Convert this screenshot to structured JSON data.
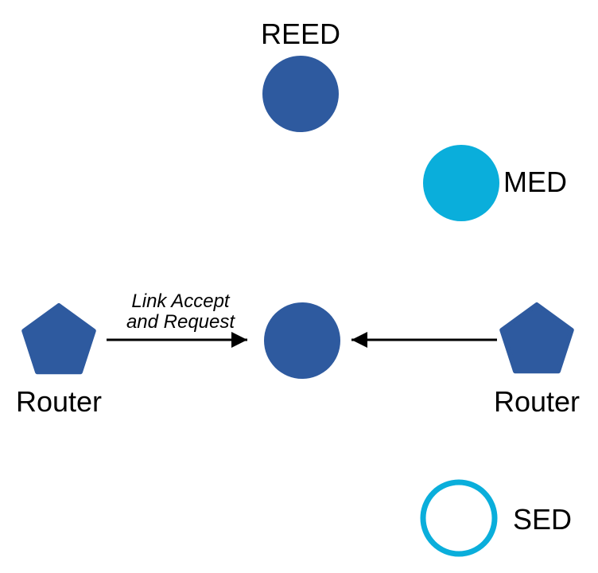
{
  "colors": {
    "node_blue": "#2E5A9F",
    "node_cyan": "#0AAEDB",
    "arrow": "#000000",
    "label_text": "#000000",
    "background": "#FFFFFF"
  },
  "nodes": {
    "reed": {
      "label": "REED",
      "shape": "filled-circle-blue"
    },
    "med": {
      "label": "MED",
      "shape": "filled-circle-cyan"
    },
    "center": {
      "label": "",
      "shape": "filled-circle-blue"
    },
    "sed": {
      "label": "SED",
      "shape": "outlined-circle-cyan"
    },
    "router_left": {
      "label": "Router",
      "shape": "pentagon-blue"
    },
    "router_right": {
      "label": "Router",
      "shape": "pentagon-blue"
    }
  },
  "edges": {
    "left_arrow": {
      "from": "router-left",
      "to": "center-node",
      "label_line1": "Link Accept",
      "label_line2": "and Request"
    },
    "right_arrow": {
      "from": "router-right",
      "to": "center-node",
      "label_line1": "",
      "label_line2": ""
    }
  }
}
